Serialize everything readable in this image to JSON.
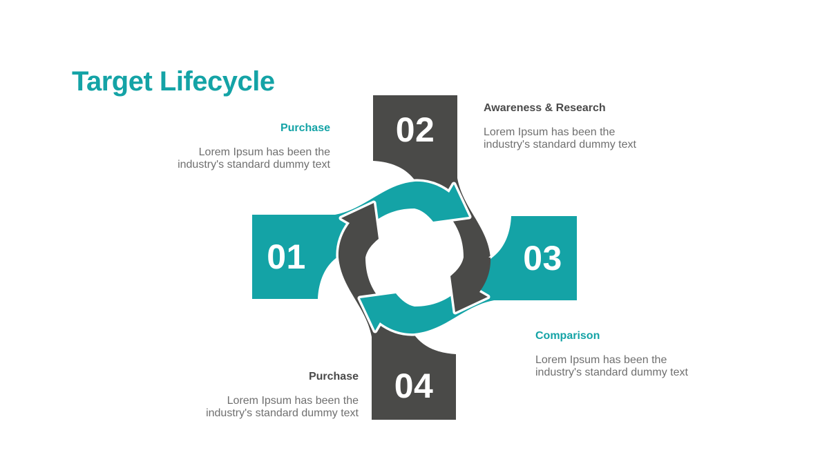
{
  "slide": {
    "title": "Target Lifecycle",
    "colors": {
      "teal": "#14A3A6",
      "dark": "#4A4A48",
      "label_dark": "#4A4A4A",
      "body_text": "#6F6F6F",
      "number_text": "#FFFFFF",
      "background": "#FFFFFF"
    },
    "diagram": {
      "type": "cycle",
      "direction": "clockwise",
      "arrow_colors": {
        "step_01": "teal",
        "step_02": "dark",
        "step_03": "teal",
        "step_04": "dark"
      }
    },
    "steps": [
      {
        "number": "01",
        "label": "Purchase",
        "label_color": "teal",
        "description_lines": [
          "Lorem Ipsum has been the",
          "industry's standard dummy text"
        ]
      },
      {
        "number": "02",
        "label": "Awareness & Research",
        "label_color": "dark",
        "description_lines": [
          "Lorem Ipsum has been the",
          "industry's standard dummy text"
        ]
      },
      {
        "number": "03",
        "label": "Comparison",
        "label_color": "teal",
        "description_lines": [
          "Lorem Ipsum has been the",
          "industry's standard dummy text"
        ]
      },
      {
        "number": "04",
        "label": "Purchase",
        "label_color": "dark",
        "description_lines": [
          "Lorem Ipsum has been the",
          "industry's standard dummy text"
        ]
      }
    ]
  }
}
